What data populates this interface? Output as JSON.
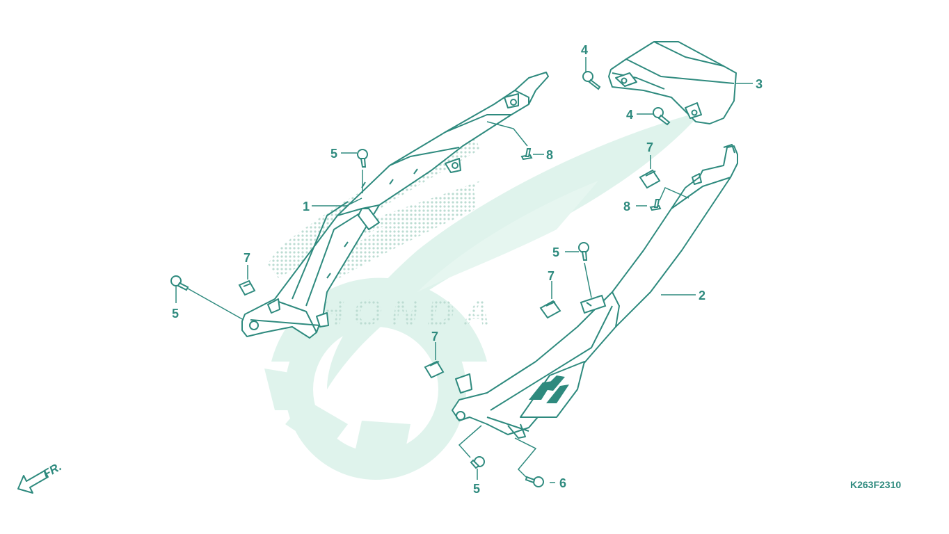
{
  "colors": {
    "line": "#2e8a7e",
    "watermark": "#dff3ec",
    "watermark_dots": "#bcdcd2",
    "background": "#ffffff"
  },
  "diagram": {
    "drawing_code": "K263F2310",
    "direction_label": "FR.",
    "watermark_text": "HONDA",
    "callouts": [
      {
        "id": "c1",
        "text": "1"
      },
      {
        "id": "c2",
        "text": "2"
      },
      {
        "id": "c3",
        "text": "3"
      },
      {
        "id": "c4a",
        "text": "4"
      },
      {
        "id": "c4b",
        "text": "4"
      },
      {
        "id": "c5a",
        "text": "5"
      },
      {
        "id": "c5b",
        "text": "5"
      },
      {
        "id": "c5c",
        "text": "5"
      },
      {
        "id": "c5d",
        "text": "5"
      },
      {
        "id": "c6",
        "text": "6"
      },
      {
        "id": "c7a",
        "text": "7"
      },
      {
        "id": "c7b",
        "text": "7"
      },
      {
        "id": "c7c",
        "text": "7"
      },
      {
        "id": "c7d",
        "text": "7"
      },
      {
        "id": "c8a",
        "text": "8"
      },
      {
        "id": "c8b",
        "text": "8"
      }
    ]
  }
}
